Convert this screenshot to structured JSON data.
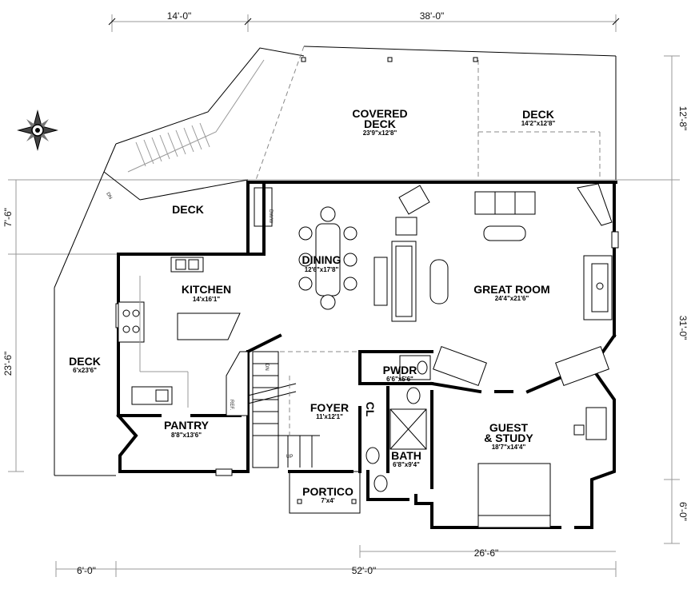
{
  "dimensions": {
    "top_left": "14'-0\"",
    "top_right": "38'-0\"",
    "bottom_left": "6'-0\"",
    "bottom_total": "52'-0\"",
    "guest_width": "26'-6\"",
    "right_top": "12'-8\"",
    "right_mid": "31'-0\"",
    "right_bottom": "6'-0\"",
    "left_top": "7'-6\"",
    "left_mid": "23'-6\""
  },
  "rooms": {
    "covered_deck": {
      "name_line1": "COVERED",
      "name_line2": "DECK",
      "size": "23'9\"x12'8\""
    },
    "deck_top": {
      "name": "DECK",
      "size": "14'2\"x12'8\""
    },
    "deck_upper_left": {
      "name": "DECK"
    },
    "dining": {
      "name": "DINING",
      "size": "12'6\"x17'8\""
    },
    "great_room": {
      "name": "GREAT ROOM",
      "size": "24'4\"x21'6\""
    },
    "kitchen": {
      "name": "KITCHEN",
      "size": "14'x16'1\""
    },
    "deck_left": {
      "name": "DECK",
      "size": "6'x23'6\""
    },
    "pantry": {
      "name": "PANTRY",
      "size": "8'8\"x13'6\""
    },
    "foyer": {
      "name": "FOYER",
      "size": "11'x12'1\""
    },
    "pwdr": {
      "name": "PWDR",
      "size": "6'6\"x5'6\""
    },
    "cl": {
      "name": "CL"
    },
    "bath": {
      "name": "BATH",
      "size": "6'8\"x9'4\""
    },
    "guest": {
      "name_line1": "GUEST",
      "name_line2": "& STUDY",
      "size": "18'7\"x14'4\""
    },
    "portico": {
      "name": "PORTICO",
      "size": "7'x4'"
    }
  },
  "labels": {
    "stair_dn": "DN",
    "stair_up": "UP",
    "ref": "REF.",
    "washer_dryer": "DW/W"
  },
  "icons": {
    "compass": "compass-rose-icon"
  }
}
